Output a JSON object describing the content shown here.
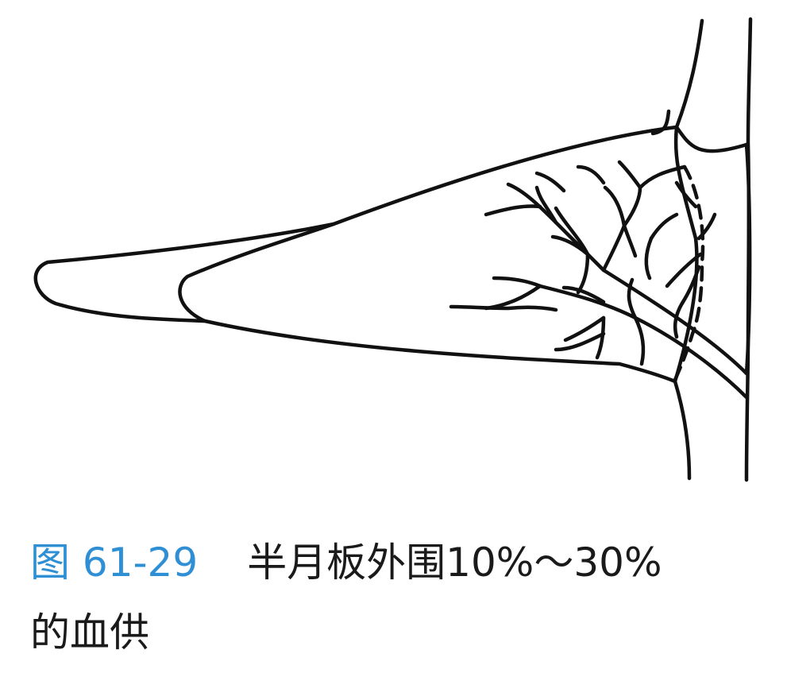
{
  "caption": {
    "figure_number": "图 61-29",
    "title_line1": "半月板外围10%～30%",
    "title_line2": "的血供"
  }
}
